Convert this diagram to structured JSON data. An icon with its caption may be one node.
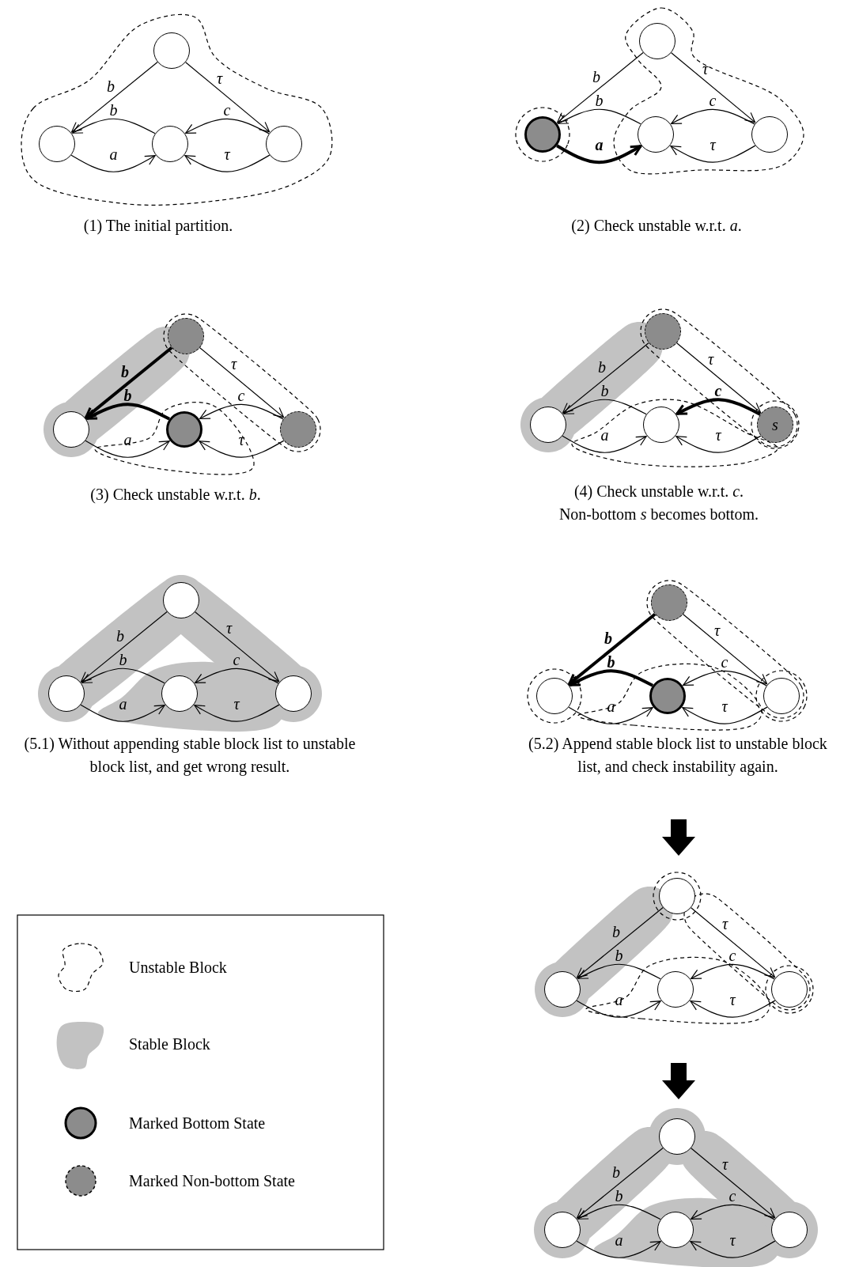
{
  "diagram": {
    "nodes": [
      {
        "text": [],
        "shape": "circle"
      },
      {
        "text": [],
        "shape": "circle"
      },
      {
        "text": [],
        "shape": "circle"
      },
      {
        "text": [],
        "shape": "circle"
      },
      {
        "text": [],
        "shape": "circle"
      },
      {
        "text": [],
        "shape": "circle"
      },
      {
        "text": [],
        "shape": "circle"
      },
      {
        "text": [],
        "shape": "circle"
      },
      {
        "text": [],
        "shape": "circle"
      },
      {
        "text": [],
        "shape": "circle"
      },
      {
        "text": [],
        "shape": "circle"
      },
      {
        "text": [],
        "shape": "circle"
      },
      {
        "text": [],
        "shape": "circle"
      },
      {
        "text": [],
        "shape": "circle"
      },
      {
        "text": [],
        "shape": "circle"
      },
      {
        "text": [
          "s"
        ]
      },
      {
        "text": [],
        "shape": "circle"
      },
      {
        "text": [],
        "shape": "circle"
      },
      {
        "text": [],
        "shape": "circle"
      },
      {
        "text": [],
        "shape": "circle"
      },
      {
        "text": [],
        "shape": "circle"
      },
      {
        "text": [],
        "shape": "circle"
      },
      {
        "text": [],
        "shape": "circle"
      },
      {
        "text": [],
        "shape": "circle"
      },
      {
        "text": [],
        "shape": "circle"
      },
      {
        "text": [],
        "shape": "circle"
      },
      {
        "text": [],
        "shape": "circle"
      },
      {
        "text": [],
        "shape": "circle"
      },
      {
        "text": [],
        "shape": "circle"
      },
      {
        "text": [],
        "shape": "circle"
      },
      {
        "text": [],
        "shape": "circle"
      },
      {
        "text": [],
        "shape": "circle"
      }
    ],
    "edges": [
      {
        "from": 0,
        "to": 1,
        "arrow": "to",
        "label": "b"
      },
      {
        "from": 0,
        "to": 3,
        "arrow": "to",
        "label": "τ"
      },
      {
        "from": 2,
        "to": 1,
        "arrow": "to",
        "label": "b"
      },
      {
        "from": 1,
        "to": 2,
        "arrow": "to",
        "label": "a"
      },
      {
        "from": 3,
        "to": 2,
        "arrow": "to",
        "label": "c"
      },
      {
        "from": 3,
        "to": 2,
        "arrow": "to",
        "label": "τ"
      },
      {
        "from": 4,
        "to": 5,
        "arrow": "to",
        "label": "b"
      },
      {
        "from": 4,
        "to": 7,
        "arrow": "to",
        "label": "τ"
      },
      {
        "from": 6,
        "to": 5,
        "arrow": "to",
        "label": "b"
      },
      {
        "from": 5,
        "to": 6,
        "arrow": "to",
        "label": "a",
        "style": "thick"
      },
      {
        "from": 7,
        "to": 6,
        "arrow": "to",
        "label": "c"
      },
      {
        "from": 7,
        "to": 6,
        "arrow": "to",
        "label": "τ"
      },
      {
        "from": 8,
        "to": 9,
        "arrow": "to",
        "label": "b",
        "style": "thick"
      },
      {
        "from": 8,
        "to": 11,
        "arrow": "to",
        "label": "τ"
      },
      {
        "from": 10,
        "to": 9,
        "arrow": "to",
        "label": "b",
        "style": "thick"
      },
      {
        "from": 9,
        "to": 10,
        "arrow": "to",
        "label": "a"
      },
      {
        "from": 11,
        "to": 10,
        "arrow": "to",
        "label": "c"
      },
      {
        "from": 11,
        "to": 10,
        "arrow": "to",
        "label": "τ"
      },
      {
        "from": 12,
        "to": 13,
        "arrow": "to",
        "label": "b"
      },
      {
        "from": 12,
        "to": 15,
        "arrow": "to",
        "label": "τ"
      },
      {
        "from": 14,
        "to": 13,
        "arrow": "to",
        "label": "b"
      },
      {
        "from": 13,
        "to": 14,
        "arrow": "to",
        "label": "a"
      },
      {
        "from": 15,
        "to": 14,
        "arrow": "to",
        "label": "c",
        "style": "thick"
      },
      {
        "from": 15,
        "to": 14,
        "arrow": "to",
        "label": "τ"
      },
      {
        "from": 16,
        "to": 17,
        "arrow": "to",
        "label": "b"
      },
      {
        "from": 16,
        "to": 19,
        "arrow": "to",
        "label": "τ"
      },
      {
        "from": 18,
        "to": 17,
        "arrow": "to",
        "label": "b"
      },
      {
        "from": 17,
        "to": 18,
        "arrow": "to",
        "label": "a"
      },
      {
        "from": 19,
        "to": 18,
        "arrow": "to",
        "label": "c"
      },
      {
        "from": 19,
        "to": 18,
        "arrow": "to",
        "label": "τ"
      },
      {
        "from": 20,
        "to": 21,
        "arrow": "to",
        "label": "b",
        "style": "thick"
      },
      {
        "from": 20,
        "to": 23,
        "arrow": "to",
        "label": "τ"
      },
      {
        "from": 22,
        "to": 21,
        "arrow": "to",
        "label": "b",
        "style": "thick"
      },
      {
        "from": 21,
        "to": 22,
        "arrow": "to",
        "label": "a"
      },
      {
        "from": 23,
        "to": 22,
        "arrow": "to",
        "label": "c"
      },
      {
        "from": 23,
        "to": 22,
        "arrow": "to",
        "label": "τ"
      },
      {
        "from": 24,
        "to": 25,
        "arrow": "to",
        "label": "b"
      },
      {
        "from": 24,
        "to": 27,
        "arrow": "to",
        "label": "τ"
      },
      {
        "from": 26,
        "to": 25,
        "arrow": "to",
        "label": "b"
      },
      {
        "from": 25,
        "to": 26,
        "arrow": "to",
        "label": "a"
      },
      {
        "from": 27,
        "to": 26,
        "arrow": "to",
        "label": "c"
      },
      {
        "from": 27,
        "to": 26,
        "arrow": "to",
        "label": "τ"
      },
      {
        "from": 28,
        "to": 29,
        "arrow": "to",
        "label": "b"
      },
      {
        "from": 28,
        "to": 31,
        "arrow": "to",
        "label": "τ"
      },
      {
        "from": 30,
        "to": 29,
        "arrow": "to",
        "label": "b"
      },
      {
        "from": 29,
        "to": 30,
        "arrow": "to",
        "label": "a"
      },
      {
        "from": 31,
        "to": 30,
        "arrow": "to",
        "label": "c"
      },
      {
        "from": 31,
        "to": 30,
        "arrow": "to",
        "label": "τ"
      }
    ],
    "labels": [
      "(1) The initial partition.",
      "(2) Check unstable w.r.t. *a*.",
      "(3) Check unstable w.r.t. *b*.",
      "(4) Check unstable w.r.t. *c*. Non-bottom *s* becomes bottom.",
      "(5.1) Without appending stable block list to unstable block list, and get wrong result.",
      "(5.2) Append stable block list to unstable block list, and check instability again."
    ],
    "legend": [
      {
        "text": "Unstable Block"
      },
      {
        "text": "Stable Block"
      },
      {
        "text": "Marked Bottom State"
      },
      {
        "text": "Marked Non-bottom State"
      }
    ]
  }
}
